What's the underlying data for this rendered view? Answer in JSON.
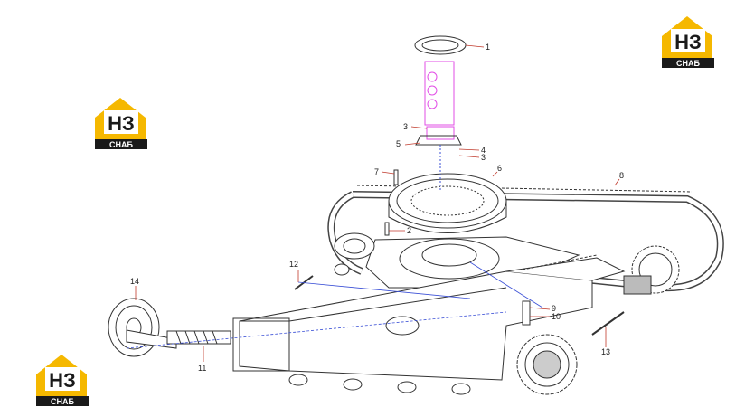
{
  "logos": [
    {
      "name": "logo-top-right",
      "letters_top": "НЗ",
      "letters_bottom": "СНАБ"
    },
    {
      "name": "logo-mid-left",
      "letters_top": "НЗ",
      "letters_bottom": "СНАБ"
    },
    {
      "name": "logo-bottom-left",
      "letters_top": "НЗ",
      "letters_bottom": "СНАБ"
    }
  ],
  "colors": {
    "logo_yellow": "#f5b800",
    "logo_black": "#1a1a1a",
    "leader_blue": "#3a4fd6",
    "leader_red": "#c0392b",
    "highlight_magenta": "#e24ee6",
    "outline": "#333333"
  },
  "callouts": [
    {
      "label": "1"
    },
    {
      "label": "2"
    },
    {
      "label": "3"
    },
    {
      "label": "3"
    },
    {
      "label": "4"
    },
    {
      "label": "5"
    },
    {
      "label": "6"
    },
    {
      "label": "7"
    },
    {
      "label": "8"
    },
    {
      "label": "9"
    },
    {
      "label": "10"
    },
    {
      "label": "11"
    },
    {
      "label": "12"
    },
    {
      "label": "13"
    },
    {
      "label": "14"
    }
  ]
}
